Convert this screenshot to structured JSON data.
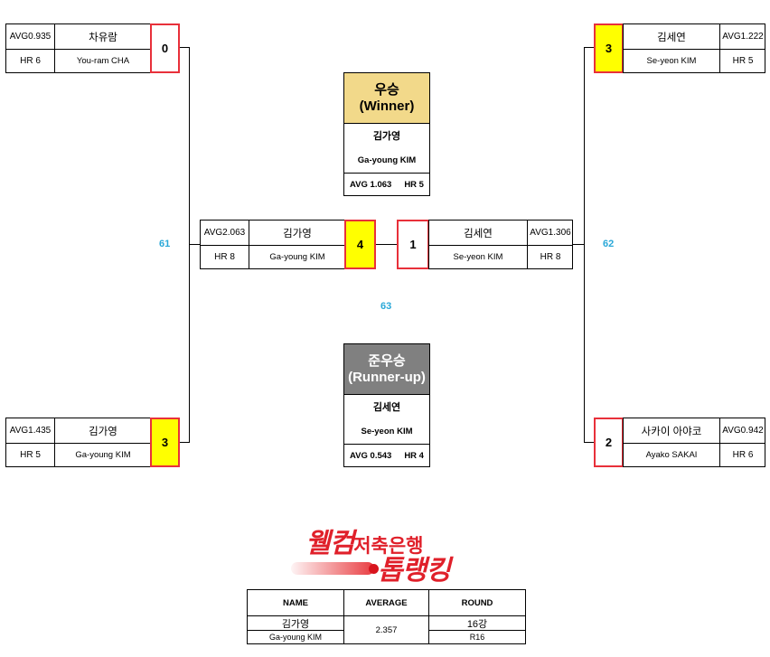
{
  "players": {
    "top_left": {
      "avg": "AVG0.935",
      "hr": "HR 6",
      "name_ko": "차유람",
      "name_en": "You-ram CHA",
      "score": "0"
    },
    "bottom_left": {
      "avg": "AVG1.435",
      "hr": "HR 5",
      "name_ko": "김가영",
      "name_en": "Ga-young KIM",
      "score": "3"
    },
    "top_right": {
      "avg": "AVG1.222",
      "hr": "HR 5",
      "name_ko": "김세연",
      "name_en": "Se-yeon KIM",
      "score": "3"
    },
    "bottom_right": {
      "avg": "AVG0.942",
      "hr": "HR 6",
      "name_ko": "사카이 아야코",
      "name_en": "Ayako SAKAI",
      "score": "2"
    }
  },
  "final": {
    "left": {
      "avg": "AVG2.063",
      "hr": "HR 8",
      "name_ko": "김가영",
      "name_en": "Ga-young KIM",
      "score": "4"
    },
    "right": {
      "avg": "AVG1.306",
      "hr": "HR 8",
      "name_ko": "김세연",
      "name_en": "Se-yeon KIM",
      "score": "1"
    }
  },
  "match_numbers": {
    "left": "61",
    "right": "62",
    "final": "63"
  },
  "winner": {
    "title_ko": "우승",
    "title_en": "(Winner)",
    "name_ko": "김가영",
    "name_en": "Ga-young KIM",
    "avg": "AVG 1.063",
    "hr": "HR 5"
  },
  "runner_up": {
    "title_ko": "준우승",
    "title_en": "(Runner-up)",
    "name_ko": "김세연",
    "name_en": "Se-yeon KIM",
    "avg": "AVG 0.543",
    "hr": "HR 4"
  },
  "logo": {
    "line1_a": "웰컴",
    "line1_b": "저축은행",
    "line2": "톱랭킹"
  },
  "result_table": {
    "headers": [
      "NAME",
      "AVERAGE",
      "ROUND"
    ],
    "name_ko": "김가영",
    "name_en": "Ga-young KIM",
    "average": "2.357",
    "round_ko": "16강",
    "round_en": "R16"
  },
  "colors": {
    "win_fill": "#ffff00",
    "score_border": "#e8303a",
    "winner_header": "#f2d98a",
    "runner_header": "#808080",
    "match_no": "#2aa8d8"
  }
}
